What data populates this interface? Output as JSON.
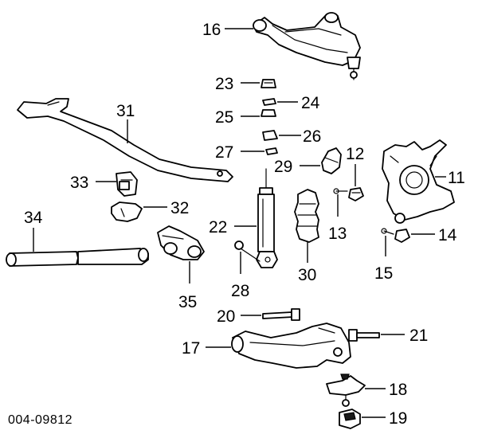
{
  "diagram_code": "004-09812",
  "labels": {
    "n11": "11",
    "n12": "12",
    "n13": "13",
    "n14": "14",
    "n15": "15",
    "n16": "16",
    "n17": "17",
    "n18": "18",
    "n19": "19",
    "n20": "20",
    "n21": "21",
    "n22": "22",
    "n23": "23",
    "n24": "24",
    "n25": "25",
    "n26": "26",
    "n27": "27",
    "n28": "28",
    "n29": "29",
    "n30": "30",
    "n31": "31",
    "n32": "32",
    "n33": "33",
    "n34": "34",
    "n35": "35"
  }
}
